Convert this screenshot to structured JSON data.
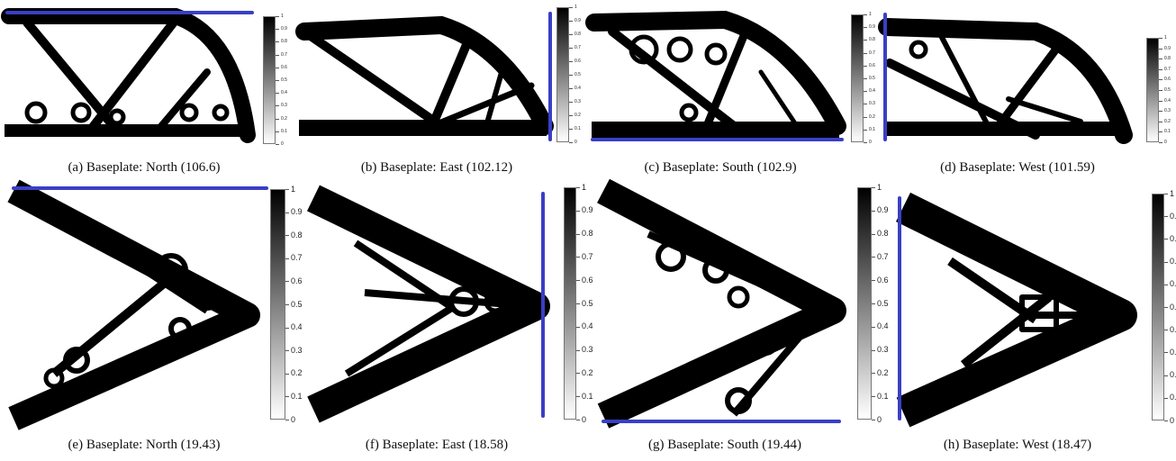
{
  "colors": {
    "material": "#000000",
    "void": "#ffffff",
    "baseplate": "#3a3fc4"
  },
  "colorbar": {
    "ticks_row1": [
      "1",
      "0.9",
      "0.8",
      "0.7",
      "0.6",
      "0.5",
      "0.4",
      "0.3",
      "0.2",
      "0.1",
      "0"
    ],
    "ticks_row2": [
      "1",
      "0.9",
      "0.8",
      "0.7",
      "0.6",
      "0.5",
      "0.4",
      "0.3",
      "0.2",
      "0.1",
      "0"
    ],
    "ticks_h": [
      "1",
      "0.",
      "0.",
      "0.",
      "0.",
      "0.",
      "0.",
      "0.",
      "0.",
      "0.",
      "0"
    ]
  },
  "panels": [
    {
      "id": "a",
      "label": "(a) Baseplate: North (106.6)",
      "baseplate": "North"
    },
    {
      "id": "b",
      "label": "(b) Baseplate: East (102.12)",
      "baseplate": "East"
    },
    {
      "id": "c",
      "label": "(c) Baseplate: South (102.9)",
      "baseplate": "South"
    },
    {
      "id": "d",
      "label": "(d) Baseplate: West (101.59)",
      "baseplate": "West"
    },
    {
      "id": "e",
      "label": "(e) Baseplate: North (19.43)",
      "baseplate": "North"
    },
    {
      "id": "f",
      "label": "(f) Baseplate: East (18.58)",
      "baseplate": "East"
    },
    {
      "id": "g",
      "label": "(g) Baseplate: South (19.44)",
      "baseplate": "South"
    },
    {
      "id": "h",
      "label": "(h) Baseplate: West (18.47)",
      "baseplate": "West"
    }
  ]
}
